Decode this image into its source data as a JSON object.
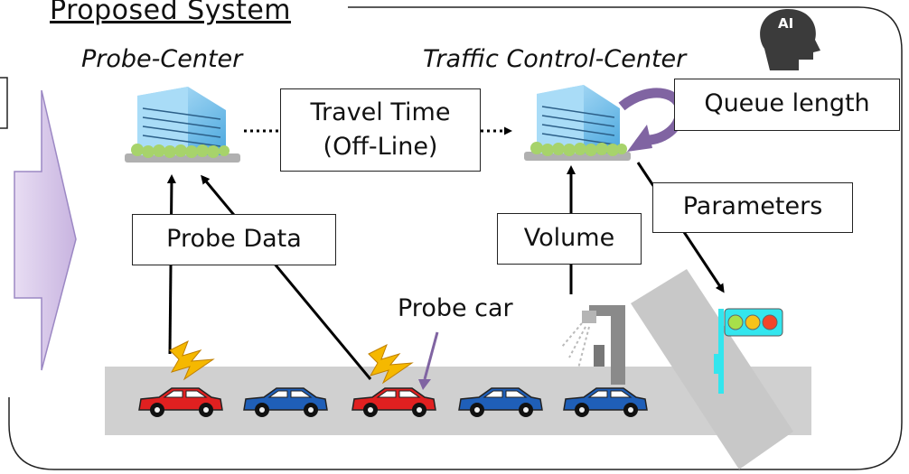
{
  "diagram": {
    "title": "Proposed System",
    "probe_center_label": "Probe-Center",
    "traffic_center_label": "Traffic Control-Center",
    "ai_badge": "AI",
    "travel_time_line1": "Travel Time",
    "travel_time_line2": "(Off-Line)",
    "queue_length_label": "Queue length",
    "parameters_label": "Parameters",
    "probe_data_label": "Probe Data",
    "volume_label": "Volume",
    "probe_car_label": "Probe car"
  },
  "colors": {
    "accent_purple": "#8064a2",
    "probe_car": "#e02020",
    "normal_car": "#1f5fb8",
    "road": "#d0d0d0",
    "lightning": "#f5b800",
    "signal_pole": "#33e6ee"
  }
}
